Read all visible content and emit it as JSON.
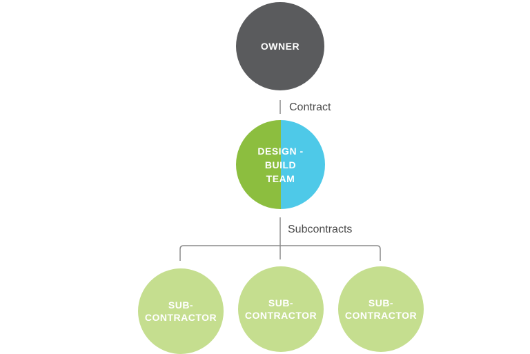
{
  "colors": {
    "owner": "#5a5b5d",
    "design_half": "#8cbe3f",
    "build_half": "#4ec9e8",
    "subcontractor": "#c5de8f",
    "connector": "#8a8a8a"
  },
  "nodes": {
    "owner": "OWNER",
    "design_build_lines": [
      "DESIGN -",
      "BUILD",
      "TEAM"
    ],
    "subcontractors": [
      {
        "lines": [
          "SUB-",
          "CONTRACTOR"
        ]
      },
      {
        "lines": [
          "SUB-",
          "CONTRACTOR"
        ]
      },
      {
        "lines": [
          "SUB-",
          "CONTRACTOR"
        ]
      }
    ]
  },
  "edges": {
    "contract_label": "Contract",
    "subcontracts_label": "Subcontracts"
  }
}
